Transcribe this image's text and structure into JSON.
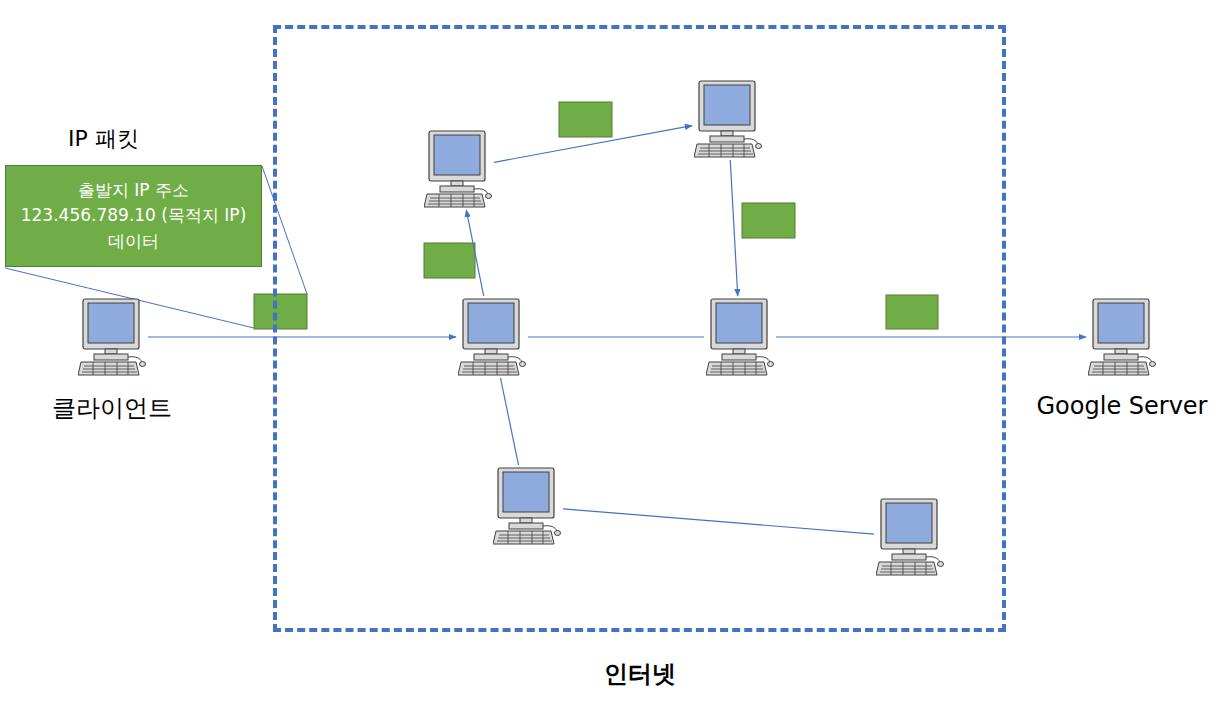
{
  "diagram": {
    "nodes": [
      {
        "text": [
          "IP 패킷",
          "출발지 IP 주소 123.456.789.10 (목적지 IP) 데이터"
        ]
      },
      {
        "text": [
          "클라이언트"
        ]
      },
      {
        "text": [
          "인터넷"
        ]
      },
      {
        "text": [],
        "in": 2
      },
      {
        "text": [],
        "in": 2
      },
      {
        "text": [],
        "in": 2
      },
      {
        "text": [],
        "in": 2
      },
      {
        "text": [],
        "in": 2
      },
      {
        "text": [],
        "in": 2
      },
      {
        "text": [
          "Google Server"
        ]
      }
    ],
    "edges": [
      {
        "from": 1,
        "to": 5,
        "arrow": "to"
      },
      {
        "from": 5,
        "to": 3,
        "arrow": "to"
      },
      {
        "from": 3,
        "to": 4,
        "arrow": "to"
      },
      {
        "from": 4,
        "to": 6,
        "arrow": "to"
      },
      {
        "from": 5,
        "to": 6,
        "arrow": "none"
      },
      {
        "from": 6,
        "to": 9,
        "arrow": "to"
      },
      {
        "from": 5,
        "to": 7,
        "arrow": "none"
      },
      {
        "from": 7,
        "to": 8,
        "arrow": "none"
      }
    ]
  }
}
